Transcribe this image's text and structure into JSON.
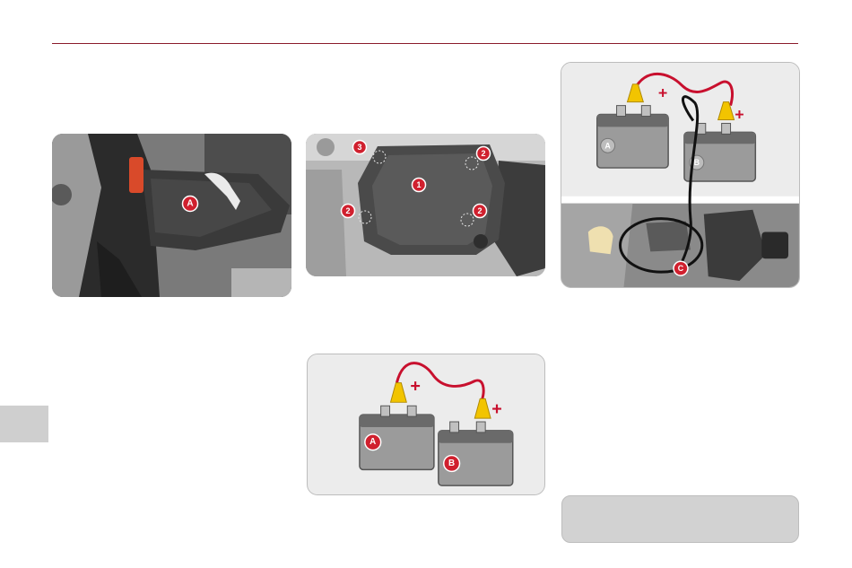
{
  "colors": {
    "rule": "#8b1a2b",
    "callout_red": "#d0202e",
    "cable_red": "#c8102e",
    "clamp_yellow": "#f2c400",
    "side_tab": "#cfcfcf",
    "note_box": "#d2d2d2"
  },
  "figure_1": {
    "callouts": [
      "A"
    ]
  },
  "figure_2": {
    "callouts": [
      "3",
      "2",
      "1",
      "2",
      "2"
    ]
  },
  "figure_3": {
    "plus": [
      "+",
      "+"
    ],
    "battery_labels": [
      "A",
      "B"
    ],
    "callouts": [
      "C"
    ]
  },
  "figure_4": {
    "plus": [
      "+",
      "+"
    ],
    "battery_labels": [
      "A",
      "B"
    ]
  }
}
